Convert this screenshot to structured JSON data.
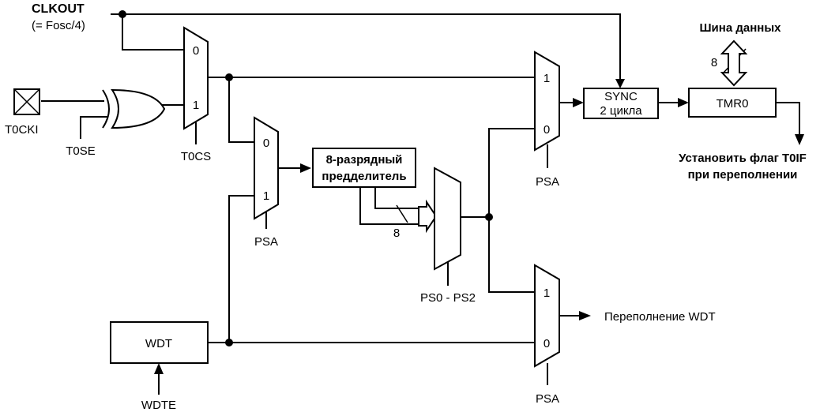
{
  "signals": {
    "clkout": "CLKOUT",
    "clkout_sub": "(= Fosc/4)",
    "t0cki": "T0CKI",
    "t0se": "T0SE",
    "t0cs": "T0CS",
    "psa": "PSA",
    "ps": "PS0 - PS2",
    "wdte": "WDTE",
    "bus_width": "8",
    "bus_width_prescaler": "8"
  },
  "blocks": {
    "prescaler_line1": "8-разрядный",
    "prescaler_line2": "предделитель",
    "sync_line1": "SYNC",
    "sync_line2": "2 цикла",
    "tmr0": "TMR0",
    "wdt": "WDT"
  },
  "mux": {
    "in0": "0",
    "in1": "1"
  },
  "outputs": {
    "data_bus": "Шина данных",
    "flag_line1": "Установить флаг T0IF",
    "flag_line2": "при переполнении",
    "wdt_overflow": "Переполнение WDT"
  }
}
